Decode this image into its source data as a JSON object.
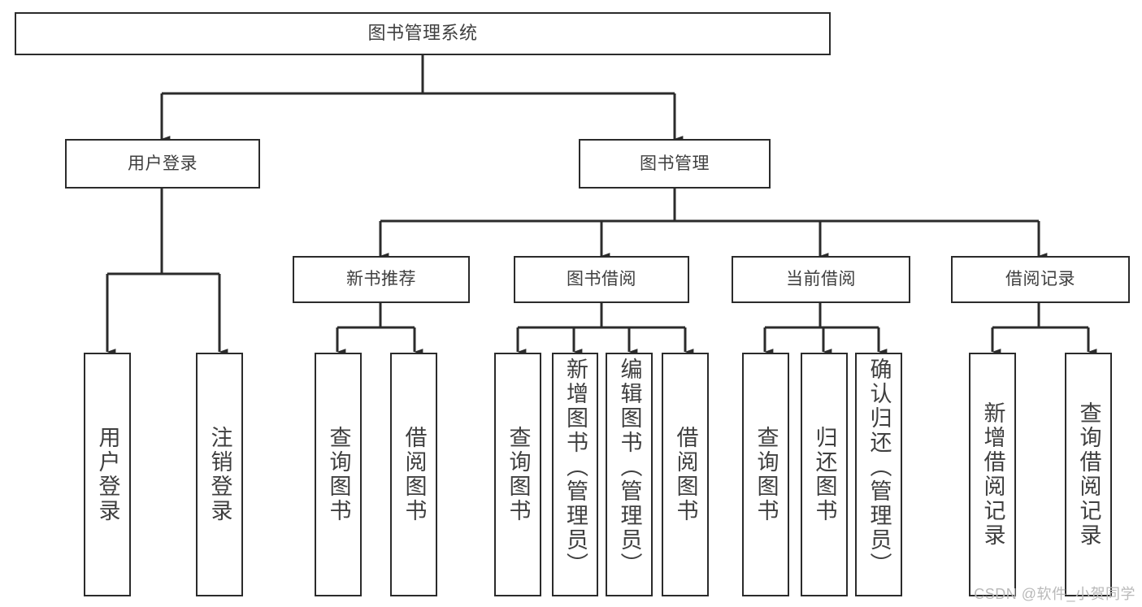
{
  "diagram": {
    "type": "tree-hierarchy-chart",
    "title": "图书管理系统",
    "stroke_color": "#2b2b2b",
    "text_color": "#3f3f3f",
    "background": "#ffffff",
    "levels": 4
  },
  "root": {
    "label": "图书管理系统"
  },
  "level2": [
    {
      "label": "用户登录"
    },
    {
      "label": "图书管理"
    }
  ],
  "level3": [
    {
      "label": "新书推荐"
    },
    {
      "label": "图书借阅"
    },
    {
      "label": "当前借阅"
    },
    {
      "label": "借阅记录"
    }
  ],
  "leaves": {
    "user_login": [
      {
        "label": "用户登录"
      },
      {
        "label": "注销登录"
      }
    ],
    "new_book_recommend": [
      {
        "label": "查询图书"
      },
      {
        "label": "借阅图书"
      }
    ],
    "book_borrow": [
      {
        "label": "查询图书"
      },
      {
        "label": "新增图书（管理员）"
      },
      {
        "label": "编辑图书（管理员）"
      },
      {
        "label": "借阅图书"
      }
    ],
    "current_borrow": [
      {
        "label": "查询图书"
      },
      {
        "label": "归还图书"
      },
      {
        "label": "确认归还（管理员）"
      }
    ],
    "borrow_record": [
      {
        "label": "新增借阅记录"
      },
      {
        "label": "查询借阅记录"
      }
    ]
  },
  "watermark": {
    "text": "CSDN @软件_小贺同学"
  }
}
